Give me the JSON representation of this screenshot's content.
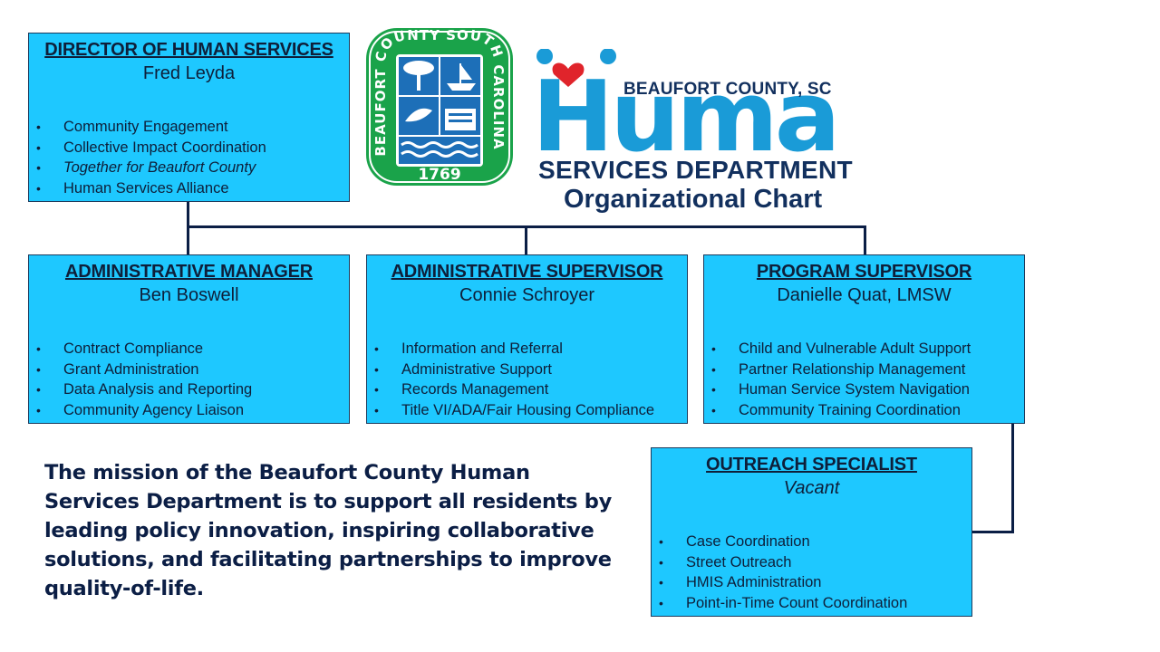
{
  "header": {
    "county_label": "BEAUFORT COUNTY, SC",
    "brand_word": "Human",
    "department": "SERVICES DEPARTMENT",
    "chart_title": "Organizational Chart"
  },
  "seal": {
    "arc_text": "BEAUFORT COUNTY SOUTH CAROLINA",
    "year": "1769",
    "colors": {
      "ring": "#1aa34a",
      "panel": "#1d6fb8"
    }
  },
  "boxes": {
    "director": {
      "title": "DIRECTOR OF HUMAN SERVICES",
      "name": "Fred Leyda",
      "items": [
        "Community Engagement",
        "Collective  Impact Coordination",
        "Together for Beaufort County",
        "Human Services Alliance"
      ]
    },
    "admin_manager": {
      "title": "ADMINISTRATIVE MANAGER",
      "name": "Ben Boswell",
      "items": [
        "Contract Compliance",
        "Grant Administration",
        "Data Analysis and Reporting",
        "Community Agency Liaison"
      ]
    },
    "admin_supervisor": {
      "title": "ADMINISTRATIVE SUPERVISOR",
      "name": "Connie Schroyer",
      "items": [
        "Information and Referral",
        "Administrative Support",
        "Records Management",
        "Title  VI/ADA/Fair Housing Compliance"
      ]
    },
    "program_supervisor": {
      "title": "PROGRAM SUPERVISOR",
      "name": "Danielle Quat, LMSW",
      "items": [
        "Child and Vulnerable Adult Support",
        "Partner Relationship Management",
        "Human Service System Navigation",
        "Community Training Coordination"
      ]
    },
    "outreach": {
      "title": "OUTREACH SPECIALIST",
      "name": "Vacant",
      "items": [
        "Case Coordination",
        "Street Outreach",
        "HMIS Administration",
        "Point-in-Time Count Coordination"
      ]
    }
  },
  "mission": "The mission of the Beaufort County Human Services Department is to support all residents by leading policy innovation, inspiring collaborative solutions, and facilitating partnerships to improve quality-of-life.",
  "colors": {
    "box_fill": "#1ec8ff",
    "navy": "#0b1e45",
    "brand_blue": "#1a9bd7",
    "heart": "#e0242b"
  }
}
